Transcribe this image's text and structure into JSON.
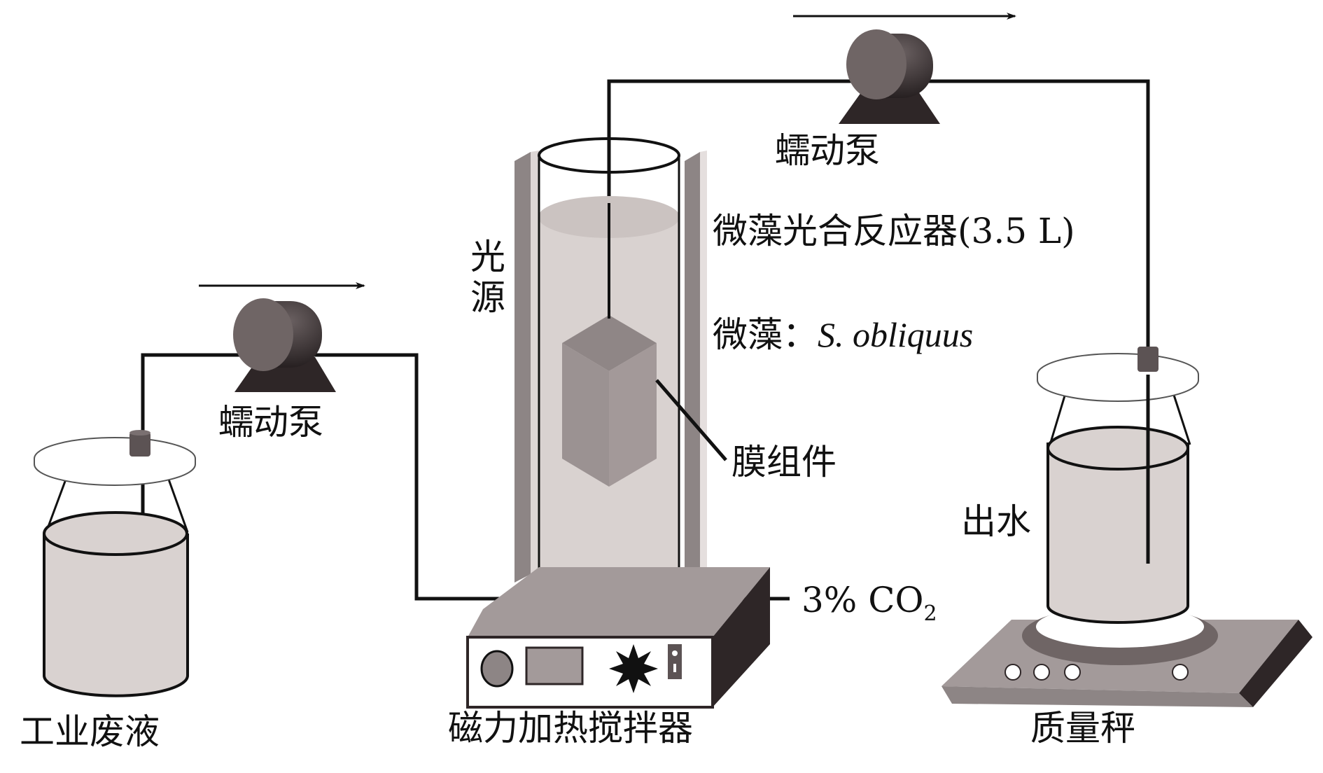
{
  "labels": {
    "left_pump": "蠕动泵",
    "top_pump": "蠕动泵",
    "wastewater": "工业废液",
    "light_source": "光源",
    "reactor": "微藻光合反应器(3.5 L)",
    "microalgae_prefix": "微藻：",
    "microalgae_species": "S. obliquus",
    "membrane": "膜组件",
    "co2_prefix": "3% CO",
    "co2_sub": "2",
    "stirrer": "磁力加热搅拌器",
    "effluent": "出水",
    "scale": "质量秤"
  },
  "colors": {
    "line": "#111111",
    "liquid": "#d9d2d0",
    "pump_body": "#3a3334",
    "pump_face": "#6f6565",
    "panel": "#8d8585",
    "membrane": "#a39999",
    "dark": "#2e2627"
  }
}
